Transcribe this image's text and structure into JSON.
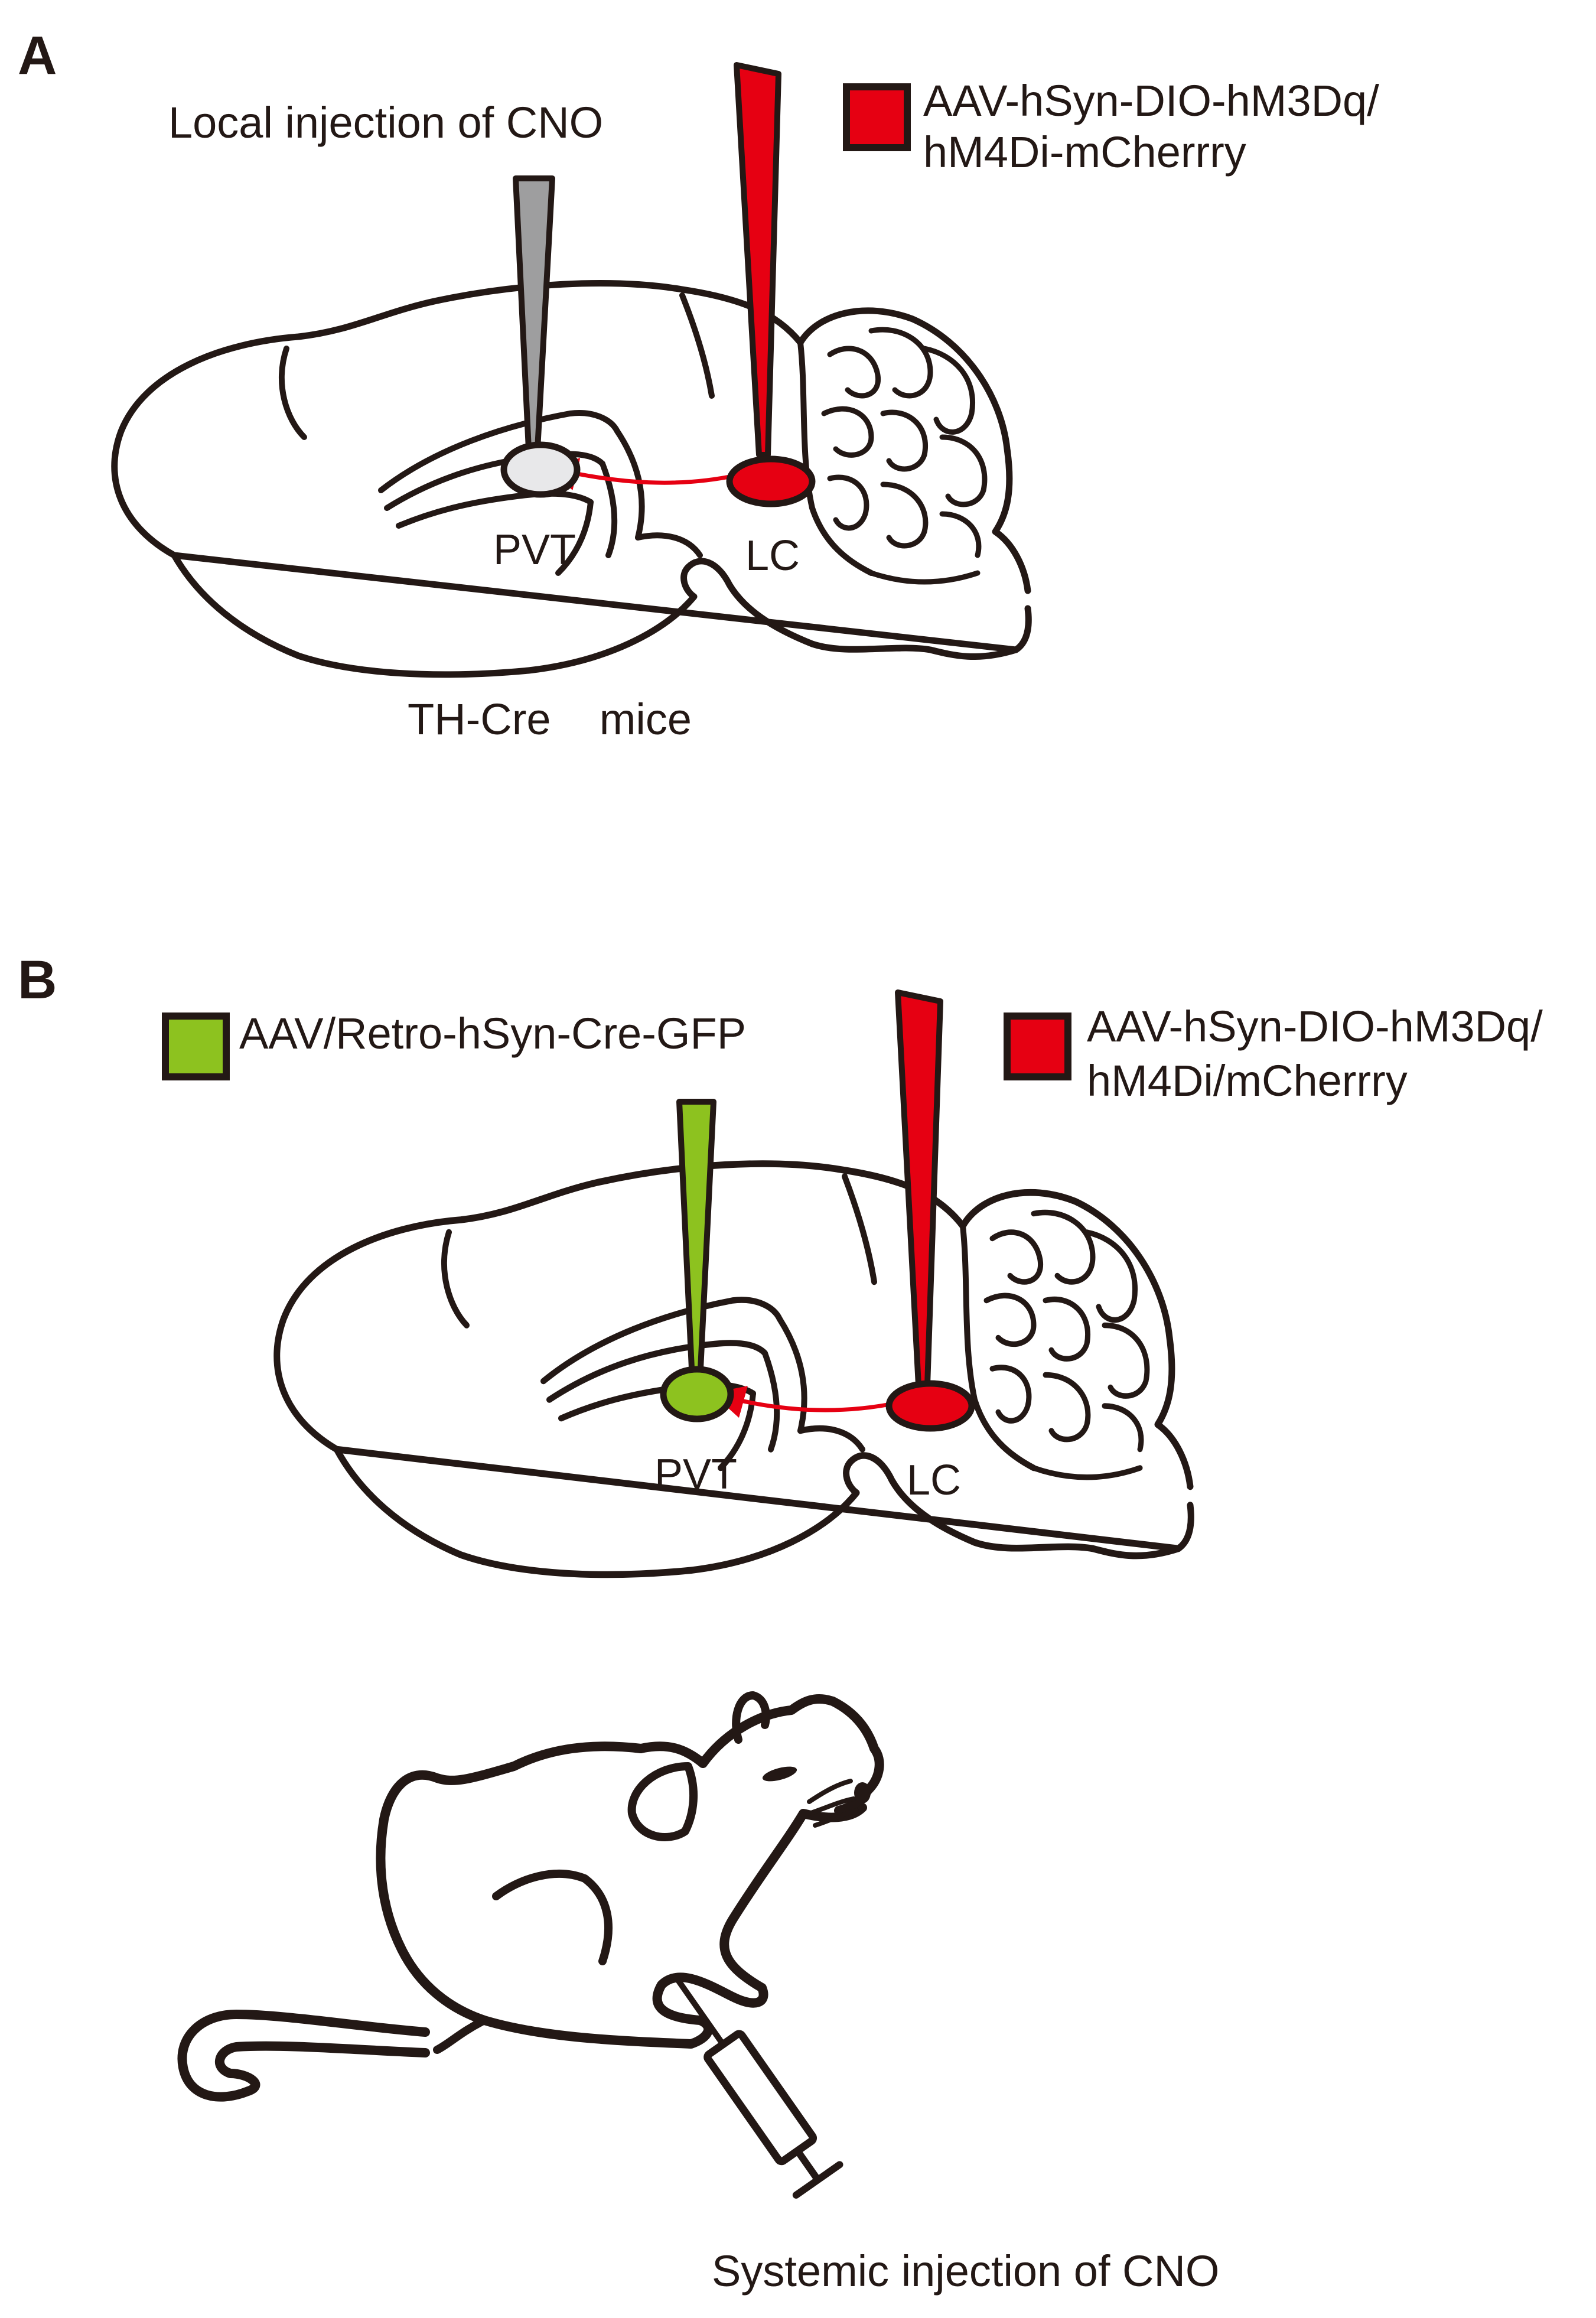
{
  "colors": {
    "outline": "#231815",
    "virus_red": "#e60012",
    "virus_green": "#8dc21f",
    "cno_gray": "#9e9e9f",
    "pvt_fill_a": "#e8e8ea",
    "background": "#ffffff"
  },
  "panel_a": {
    "letter": "A",
    "cno_label": "Local injection of CNO",
    "legend_line1": "AAV-hSyn-DIO-hM3Dq/",
    "legend_line2": "hM4Di-mCherrry",
    "pvt_label": "PVT",
    "lc_label": "LC",
    "mouse_line": "TH-Cre    mice"
  },
  "panel_b": {
    "letter": "B",
    "green_legend": "AAV/Retro-hSyn-Cre-GFP",
    "legend_line1": "AAV-hSyn-DIO-hM3Dq/",
    "legend_line2": "hM4Di/mCherrry",
    "pvt_label": "PVT",
    "lc_label": "LC",
    "systemic_label": "Systemic injection of CNO"
  },
  "icons": [
    "brain-sagittal-icon",
    "injection-pipette-icon",
    "mouse-icon",
    "syringe-icon"
  ]
}
